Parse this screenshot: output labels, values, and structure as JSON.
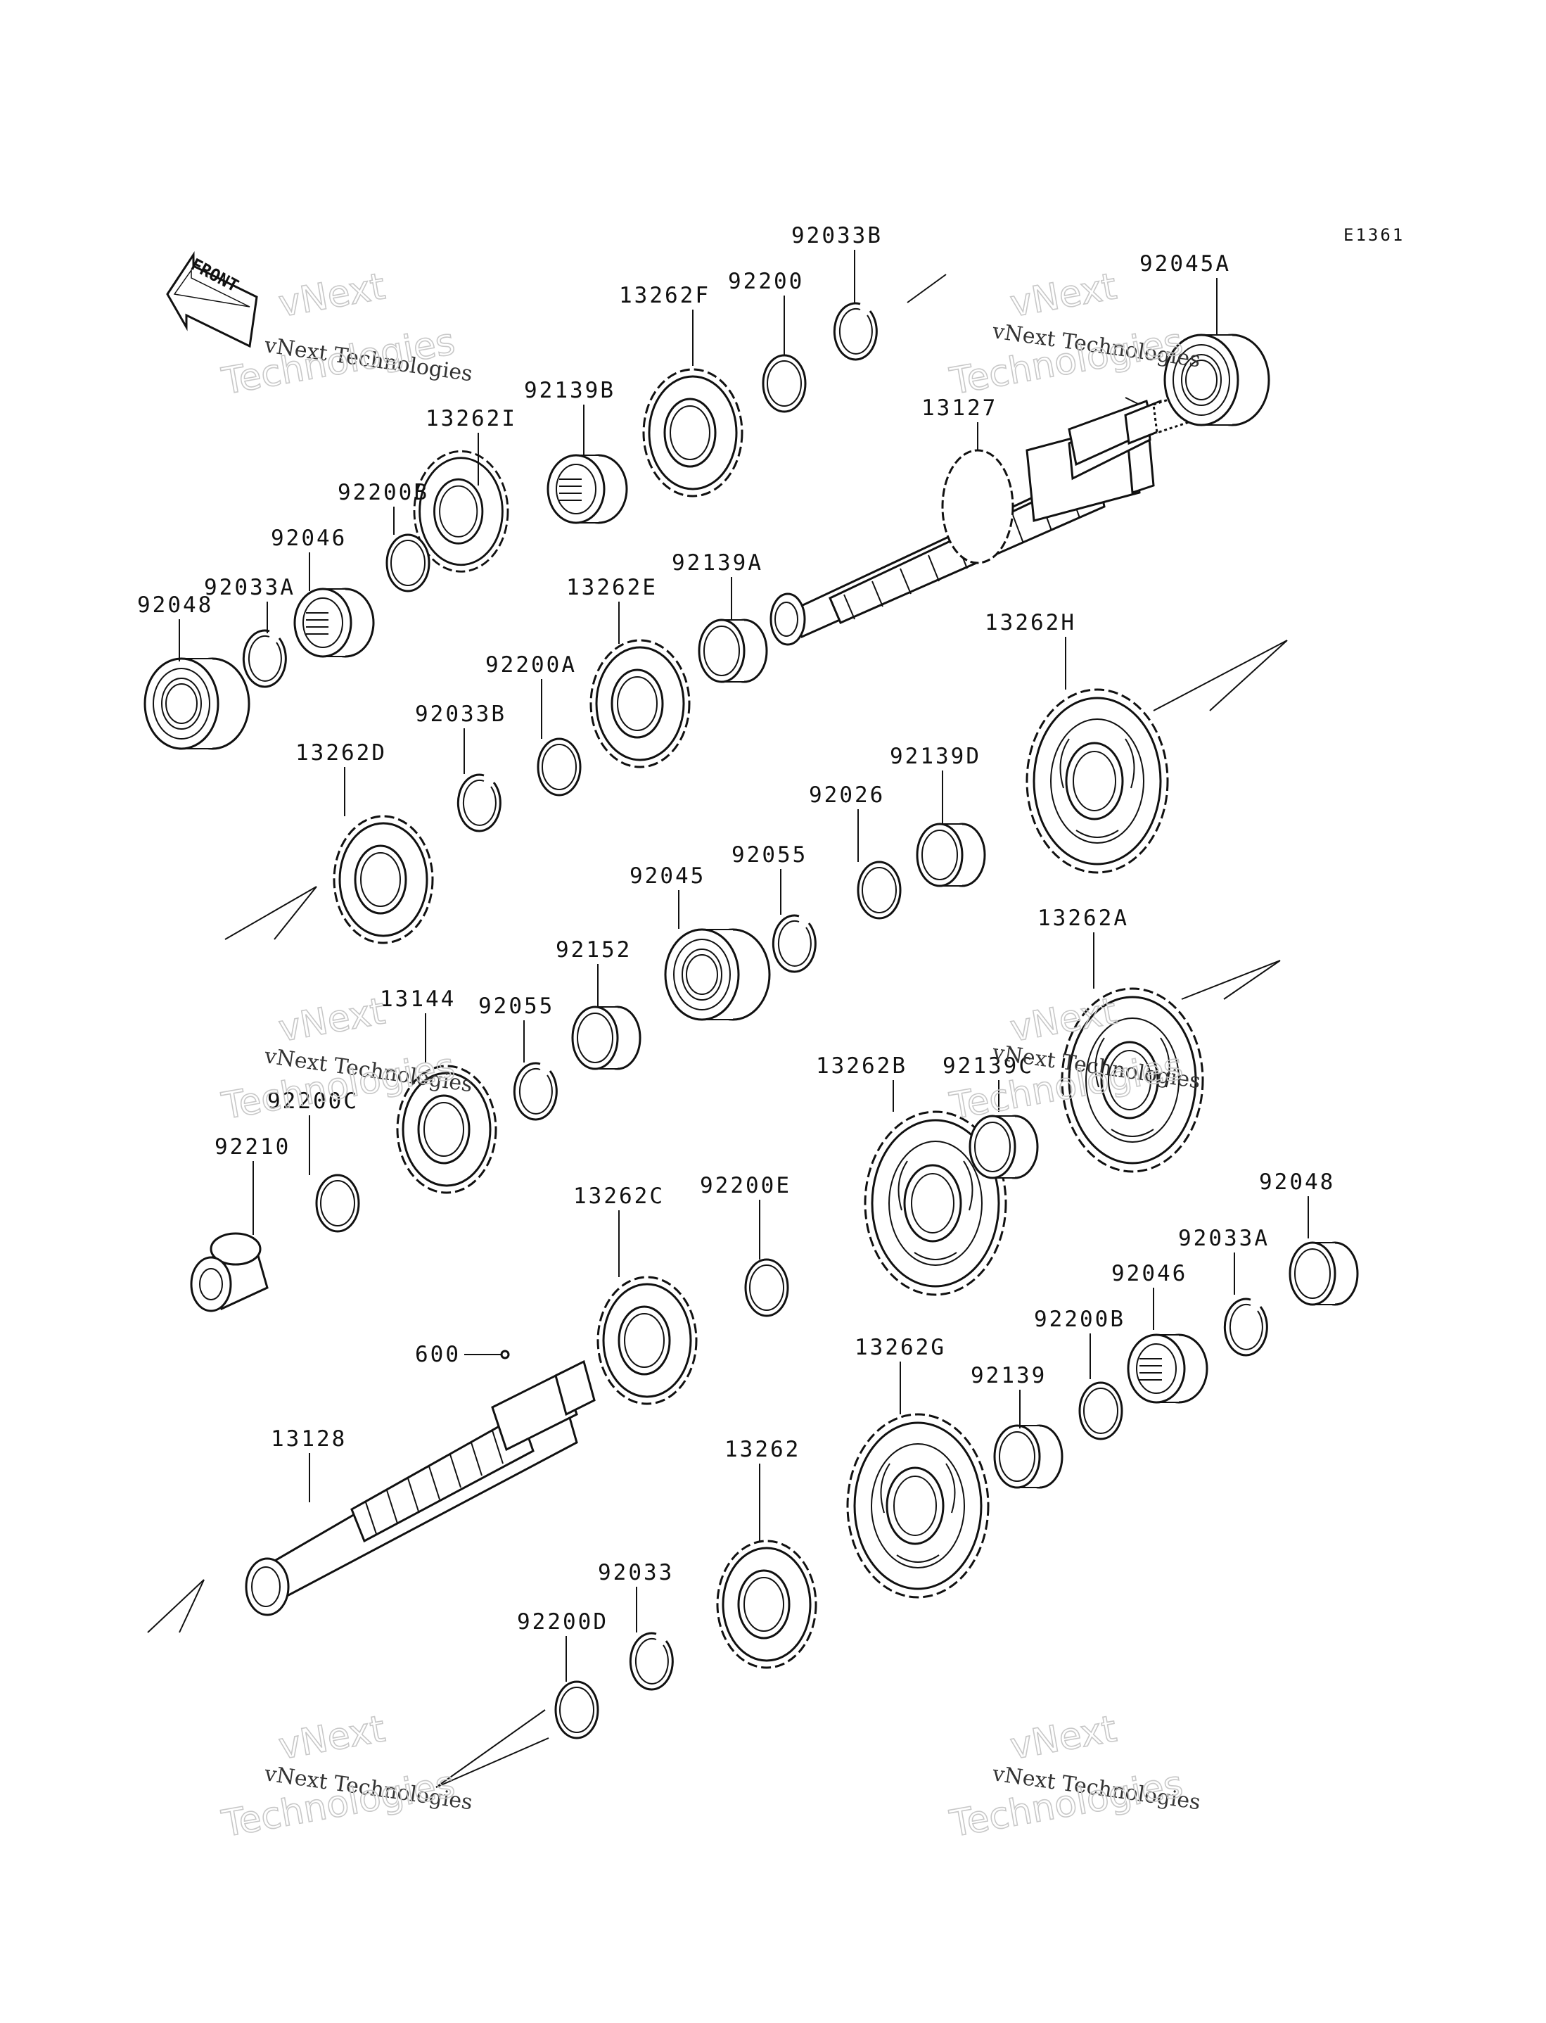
{
  "diagram": {
    "code": "E1361",
    "front_label": "FRONT",
    "watermark_line1": "vNext Technologies",
    "watermark_line2a": "vNext",
    "watermark_line2b": "Technologies"
  },
  "parts": {
    "p92033B_top": "92033B",
    "p92200_top": "92200",
    "p13262F": "13262F",
    "p92045A": "92045A",
    "p92139B": "92139B",
    "p13262I": "13262I",
    "p13127": "13127",
    "p92200B_top": "92200B",
    "p92046_top": "92046",
    "p92033A_top": "92033A",
    "p92048_top": "92048",
    "p13262E": "13262E",
    "p92139A": "92139A",
    "p13262H": "13262H",
    "p92200A": "92200A",
    "p92033B_mid": "92033B",
    "p13262D": "13262D",
    "p92139D": "92139D",
    "p92026": "92026",
    "p92055_top": "92055",
    "p92045": "92045",
    "p13262A": "13262A",
    "p92152": "92152",
    "p13144": "13144",
    "p92055_mid": "92055",
    "p92200C": "92200C",
    "p13262B": "13262B",
    "p92139C": "92139C",
    "p92210": "92210",
    "p92200E": "92200E",
    "p13262C": "13262C",
    "p92048_bot": "92048",
    "p92033A_bot": "92033A",
    "p92046_bot": "92046",
    "p92200B_bot": "92200B",
    "p600": "600",
    "p13262G": "13262G",
    "p92139": "92139",
    "p13128": "13128",
    "p13262": "13262",
    "p92033": "92033",
    "p92200D": "92200D"
  }
}
